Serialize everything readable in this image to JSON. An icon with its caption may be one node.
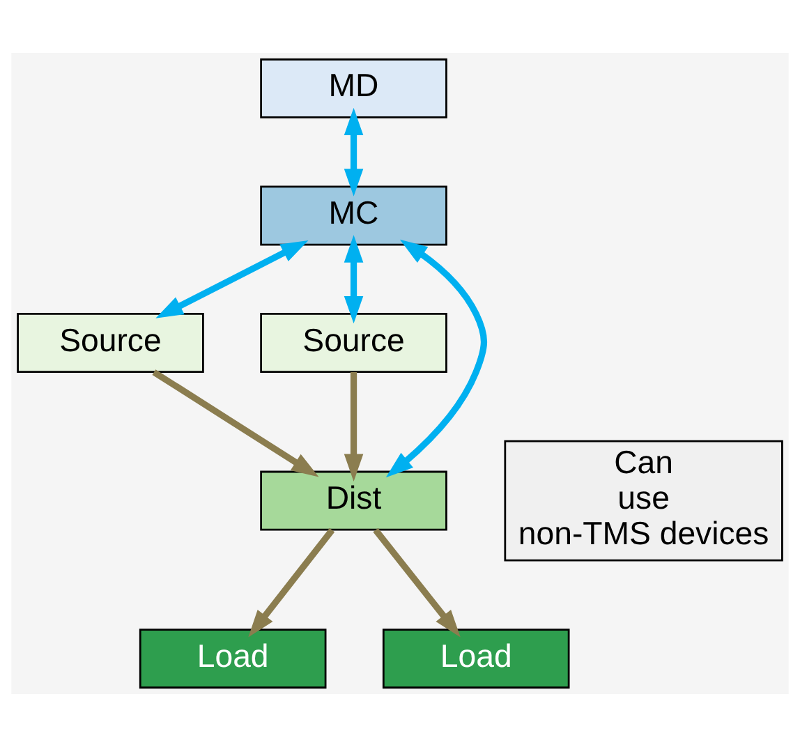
{
  "diagram": {
    "nodes": [
      {
        "text": [
          "MD"
        ]
      },
      {
        "text": [
          "MC"
        ]
      },
      {
        "text": [
          "Source"
        ]
      },
      {
        "text": [
          "Source"
        ]
      },
      {
        "text": [
          "Dist"
        ]
      },
      {
        "text": [
          "Load"
        ]
      },
      {
        "text": [
          "Load"
        ]
      },
      {
        "text": [
          "Can use non-TMS devices"
        ]
      }
    ],
    "edges": [
      {
        "from": 0,
        "to": 1,
        "arrow": "both",
        "color": "#00b0f0"
      },
      {
        "from": 1,
        "to": 2,
        "arrow": "both",
        "color": "#00b0f0"
      },
      {
        "from": 1,
        "to": 4,
        "arrow": "both",
        "color": "#00b0f0"
      },
      {
        "from": 1,
        "to": 3,
        "arrow": "both",
        "color": "#00b0f0"
      },
      {
        "from": 2,
        "to": 4,
        "arrow": "to",
        "color": "#8b7d4f"
      },
      {
        "from": 3,
        "to": 4,
        "arrow": "to",
        "color": "#8b7d4f"
      },
      {
        "from": 4,
        "to": 5,
        "arrow": "to",
        "color": "#8b7d4f"
      },
      {
        "from": 4,
        "to": 6,
        "arrow": "to",
        "color": "#8b7d4f"
      }
    ]
  }
}
